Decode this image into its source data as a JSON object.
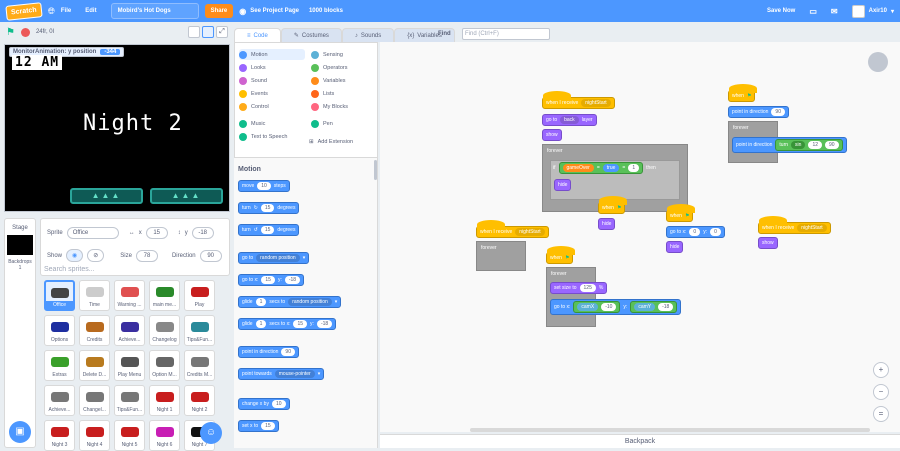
{
  "menubar": {
    "logo": "Scratch",
    "file": "File",
    "edit": "Edit",
    "project_title": "Mobird's Hot Dogs",
    "share": "Share",
    "see_project": "See Project Page",
    "blocks_count": "1000 blocks",
    "save_now": "Save Now",
    "username": "Axir10"
  },
  "stage": {
    "fps": "24fr, 0l",
    "monitor_label": "MonitorAnimation: y position",
    "monitor_value": "-344",
    "clock_text": "12 AM",
    "night_text": "Night 2"
  },
  "sprite_info": {
    "sprite_label": "Sprite",
    "sprite_name": "Office",
    "x_label": "x",
    "x_value": "15",
    "y_label": "y",
    "y_value": "-18",
    "show_label": "Show",
    "size_label": "Size",
    "size_value": "78",
    "direction_label": "Direction",
    "direction_value": "90"
  },
  "stage_panel": {
    "label": "Stage",
    "backdrops_label": "Backdrops",
    "backdrops_count": "1"
  },
  "search_sprites_placeholder": "Search sprites...",
  "sprites": [
    {
      "name": "Office",
      "color": "#444444"
    },
    {
      "name": "Time",
      "color": "#cccccc"
    },
    {
      "name": "Warning ...",
      "color": "#e05050"
    },
    {
      "name": "main me...",
      "color": "#2a8a2a"
    },
    {
      "name": "Play",
      "color": "#c81e1e"
    },
    {
      "name": "Options",
      "color": "#1e2ea0"
    },
    {
      "name": "Credits",
      "color": "#b86a1e"
    },
    {
      "name": "Achieve...",
      "color": "#3a2ea0"
    },
    {
      "name": "Changelog",
      "color": "#888888"
    },
    {
      "name": "Tips&Fun...",
      "color": "#2a8a9a"
    },
    {
      "name": "Extras",
      "color": "#3aa02a"
    },
    {
      "name": "Delete D...",
      "color": "#b87a1e"
    },
    {
      "name": "Play Menu",
      "color": "#555555"
    },
    {
      "name": "Option M...",
      "color": "#666666"
    },
    {
      "name": "Credits M...",
      "color": "#777777"
    },
    {
      "name": "Achieve...",
      "color": "#777777"
    },
    {
      "name": "Changel...",
      "color": "#777777"
    },
    {
      "name": "Tips&Fun...",
      "color": "#777777"
    },
    {
      "name": "Night 1",
      "color": "#c81e1e"
    },
    {
      "name": "Night 2",
      "color": "#c81e1e"
    },
    {
      "name": "Night 3",
      "color": "#c81e1e"
    },
    {
      "name": "Night 4",
      "color": "#c81e1e"
    },
    {
      "name": "Night 5",
      "color": "#c81e1e"
    },
    {
      "name": "Night 6",
      "color": "#c81eb4"
    },
    {
      "name": "Night 7",
      "color": "#111111"
    }
  ],
  "tabs": {
    "code": "Code",
    "costumes": "Costumes",
    "sounds": "Sounds",
    "variables": "Variables"
  },
  "find": {
    "label": "Find",
    "placeholder": "Find (Ctrl+F)"
  },
  "categories": [
    {
      "label": "Motion",
      "color": "#4c97ff"
    },
    {
      "label": "Looks",
      "color": "#9966ff"
    },
    {
      "label": "Sound",
      "color": "#cf63cf"
    },
    {
      "label": "Events",
      "color": "#ffbf00"
    },
    {
      "label": "Control",
      "color": "#ffab19"
    },
    {
      "label": "Music",
      "color": "#0fbd8c"
    },
    {
      "label": "Text to Speech",
      "color": "#0fbd8c"
    },
    {
      "label": "Sensing",
      "color": "#5cb1d6"
    },
    {
      "label": "Operators",
      "color": "#59c059"
    },
    {
      "label": "Variables",
      "color": "#ff8c1a"
    },
    {
      "label": "Lists",
      "color": "#ff661a"
    },
    {
      "label": "My Blocks",
      "color": "#ff6680"
    },
    {
      "label": "Pen",
      "color": "#0fbd8c"
    }
  ],
  "add_extension": "Add Extension",
  "palette": {
    "heading": "Motion",
    "move": "move",
    "move_val": "10",
    "move_steps": "steps",
    "turn_cw": "turn",
    "turn_cw_val": "15",
    "degrees": "degrees",
    "turn_ccw": "turn",
    "turn_ccw_val": "15",
    "goto": "go to",
    "goto_dd": "random position",
    "gotoxy": "go to x:",
    "gotoxy_x": "15",
    "gotoxy_y_label": "y:",
    "gotoxy_y": "-18",
    "glide1": "glide",
    "glide1_val": "1",
    "glide1_secs": "secs to",
    "glide1_dd": "random position",
    "glide2": "glide",
    "glide2_val": "1",
    "glide2_secs": "secs to x:",
    "glide2_x": "15",
    "glide2_y_label": "y:",
    "glide2_y": "-18",
    "point_dir": "point in direction",
    "point_dir_val": "90",
    "point_towards": "point towards",
    "point_towards_dd": "mouse-pointer",
    "change_x": "change x by",
    "change_x_val": "10",
    "set_x": "set x to",
    "set_x_val": "15"
  },
  "workspace": {
    "s1_hat": "when I receive",
    "s1_hat_dd": "nightStart",
    "s1_goto": "go to",
    "s1_goto_dd": "back",
    "s1_layer": "layer",
    "s1_show": "show",
    "s1_forever": "forever",
    "s1_if": "if",
    "s1_cond_a": "gameOver",
    "s1_eq": "=",
    "s1_cond_b": "true",
    "s1_eq2": "=",
    "s1_cond_val": "1",
    "s1_then": "then",
    "s1_hide": "hide",
    "s2_hat": "when",
    "s2_hide": "hide",
    "s3_hat": "when",
    "s3_goto": "go to x:",
    "s3_x": "0",
    "s3_y_label": "y:",
    "s3_y": "0",
    "s3_hide": "hide",
    "s4_hat": "when I receive",
    "s4_hat_dd": "nightStart",
    "s4_forever": "forever",
    "s5_hat": "when",
    "s5_forever": "forever",
    "s5_setsize": "set size to",
    "s5_size": "125",
    "s5_pct": "%",
    "s5_goto": "go to x:",
    "s5_x_var": "camX",
    "s5_x_op": "-10",
    "s5_y_label": "y:",
    "s5_y_var": "camY",
    "s5_y_op": "-18",
    "s6_hat": "when I receive",
    "s6_hat_dd": "nightStart",
    "s6_show": "show",
    "s7_hat": "when",
    "s7_point": "point in direction",
    "s7_point_val": "90",
    "s7_forever": "forever",
    "s7_point2": "point in direction",
    "s7_turn_a": "turn",
    "s7_sin": "sin",
    "s7_val1": "12",
    "s7_val2": "90",
    "backpack": "Backpack"
  }
}
